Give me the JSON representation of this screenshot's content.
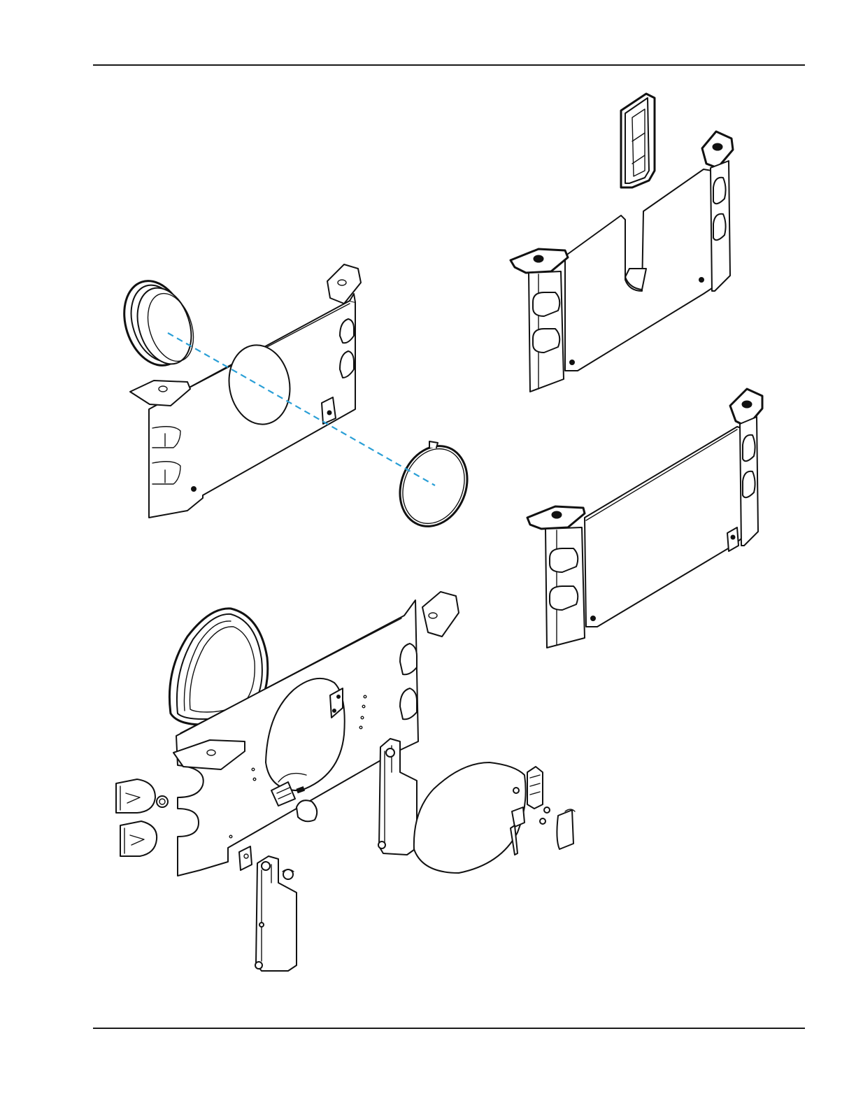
{
  "colors": {
    "line": "#111111",
    "rule": "#1a1a1a",
    "assembly_guide": "#2a9fd6",
    "background": "#ffffff"
  },
  "figures": [
    "panel-with-ring-exploded",
    "panel-with-slot-and-insert",
    "panel-plain",
    "panel-with-door-exploded"
  ]
}
